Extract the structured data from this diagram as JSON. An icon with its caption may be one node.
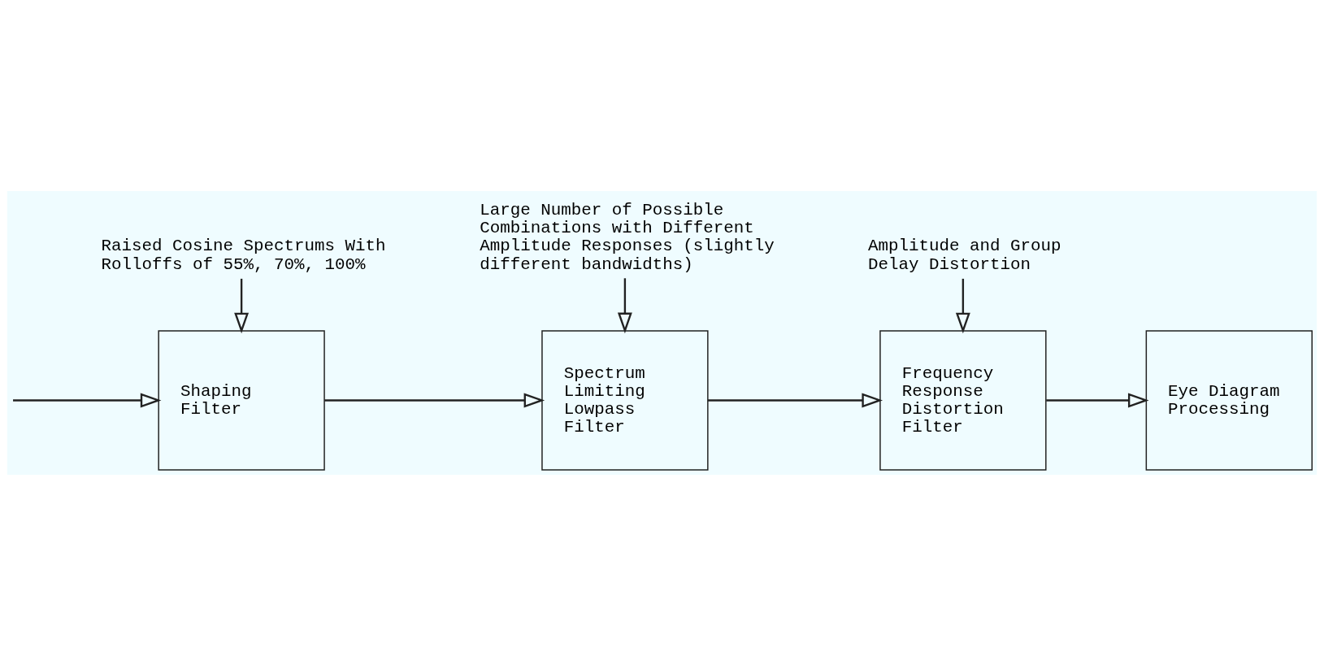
{
  "diagram": {
    "nodes": [
      {
        "text": [
          "Raised Cosine Spectrums With Rolloffs of 55%, 70%, 100%"
        ]
      },
      {
        "text": [
          "Shaping Filter"
        ]
      },
      {
        "text": [
          "Spectrum Limiting Lowpass Filter"
        ]
      },
      {
        "text": [
          "Large Number of Possible Combinations with Different Amplitude Responses (slightly different bandwidths)"
        ]
      },
      {
        "text": [
          "Amplitude and Group Delay Distortion"
        ]
      },
      {
        "text": [
          "Frequency Response Distortion Filter"
        ]
      },
      {
        "text": [
          "Eye Diagram Processing"
        ]
      }
    ],
    "edges": [
      {
        "from": null,
        "to": 1,
        "arrow": "to"
      },
      {
        "from": 0,
        "to": 1,
        "arrow": "to"
      },
      {
        "from": 1,
        "to": 2,
        "arrow": "to"
      },
      {
        "from": 3,
        "to": 2,
        "arrow": "to"
      },
      {
        "from": 2,
        "to": 5,
        "arrow": "to"
      },
      {
        "from": 4,
        "to": 5,
        "arrow": "to"
      },
      {
        "from": 5,
        "to": 6,
        "arrow": "to"
      }
    ]
  }
}
